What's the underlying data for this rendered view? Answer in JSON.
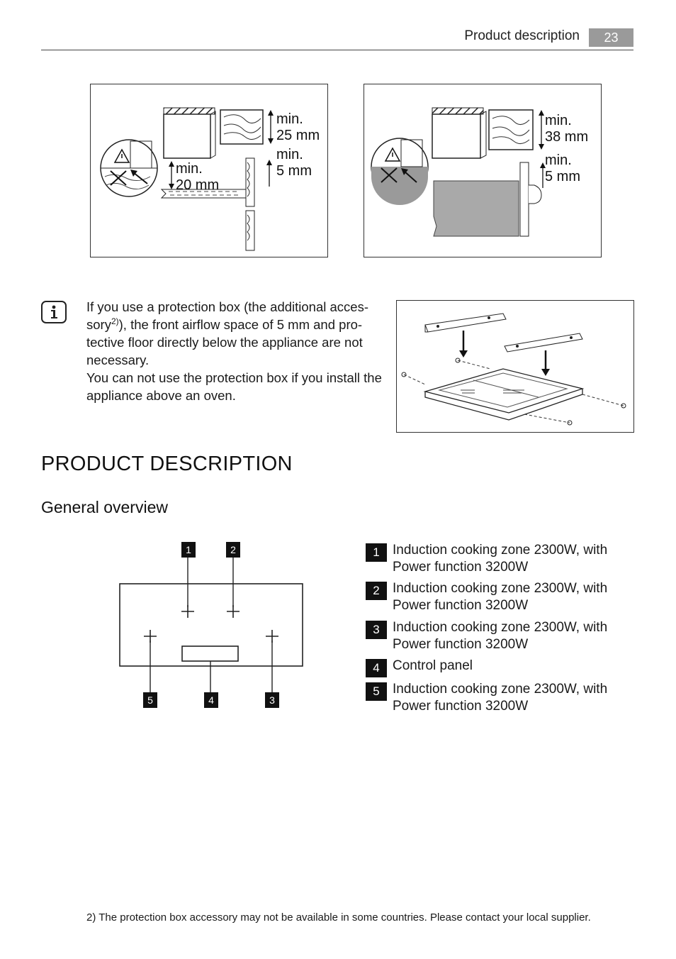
{
  "header": {
    "section_title": "Product description",
    "page_number": "23"
  },
  "figure_left": {
    "dim1": "min.\n25 mm",
    "dim2": "min.\n5 mm",
    "dim3": "min.\n20 mm"
  },
  "figure_right": {
    "dim1": "min.\n38 mm",
    "dim2": "min.\n5 mm"
  },
  "info_note": {
    "line1_part1": "If you use a protection box (the additional acces-sory",
    "line1_sup": "2)",
    "line1_part2": "), the front airflow space of 5 mm and pro-tective floor directly below the appliance are not necessary.",
    "line2": "You can not use the protection box if you install the appliance above an oven."
  },
  "headings": {
    "product_description": "PRODUCT DESCRIPTION",
    "general_overview": "General overview"
  },
  "overview_diagram": {
    "callouts": [
      "1",
      "2",
      "5",
      "4",
      "3"
    ]
  },
  "legend": [
    {
      "number": "1",
      "text": "Induction cooking zone 2300W, with Power function 3200W"
    },
    {
      "number": "2",
      "text": "Induction cooking zone 2300W, with Power function 3200W"
    },
    {
      "number": "3",
      "text": "Induction cooking zone 2300W, with Power function 3200W"
    },
    {
      "number": "4",
      "text": "Control panel"
    },
    {
      "number": "5",
      "text": "Induction cooking zone 2300W, with Power function 3200W"
    }
  ],
  "footnote": "2) The protection box accessory may not be available in some countries. Please contact your local supplier."
}
